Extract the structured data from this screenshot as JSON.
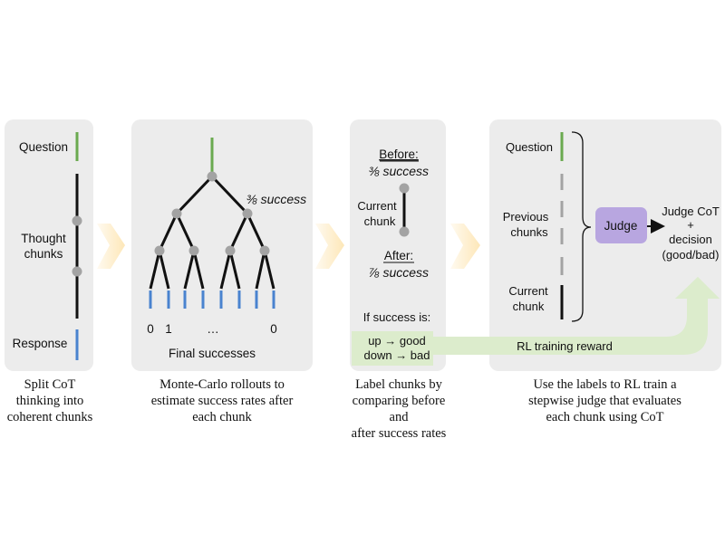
{
  "panel1": {
    "question": "Question",
    "thought_line1": "Thought",
    "thought_line2": "chunks",
    "response": "Response",
    "caption": [
      "Split CoT",
      "thinking into",
      "coherent chunks"
    ]
  },
  "panel2": {
    "success_label": "⅜ success",
    "leaf_values": [
      "0",
      "1",
      "…",
      "0"
    ],
    "final_label": "Final successes",
    "caption": [
      "Monte-Carlo rollouts to",
      "estimate success rates after",
      "each chunk"
    ]
  },
  "panel3": {
    "before_label": "Before:",
    "before_value": "⅜ success",
    "current_line1": "Current",
    "current_line2": "chunk",
    "after_label": "After:",
    "after_value": "⅞ success",
    "if_success": "If success is:",
    "rule_up": "up → good",
    "rule_down": "down → bad",
    "caption": [
      "Label chunks by",
      "comparing before and",
      "after success rates"
    ]
  },
  "panel4": {
    "question": "Question",
    "previous_line1": "Previous",
    "previous_line2": "chunks",
    "current_line1": "Current",
    "current_line2": "chunk",
    "judge": "Judge",
    "output_line1": "Judge CoT",
    "output_line2": "+",
    "output_line3": "decision",
    "output_line4": "(good/bad)",
    "caption": [
      "Use the labels to RL train a",
      "stepwise judge that evaluates",
      "each chunk using CoT"
    ]
  },
  "reward_label": "RL training reward",
  "colors": {
    "panel": "#ececec",
    "green_line": "#6aaa4f",
    "blue_line": "#4a83cf",
    "node": "#a3a3a3",
    "arrow_fill": "#fdedc9",
    "judge_box": "#b8a6e0",
    "reward_band": "#dceccc"
  },
  "icons": [
    "chevron-arrow-icon",
    "arrow-right-icon",
    "upward-arrow-icon"
  ]
}
